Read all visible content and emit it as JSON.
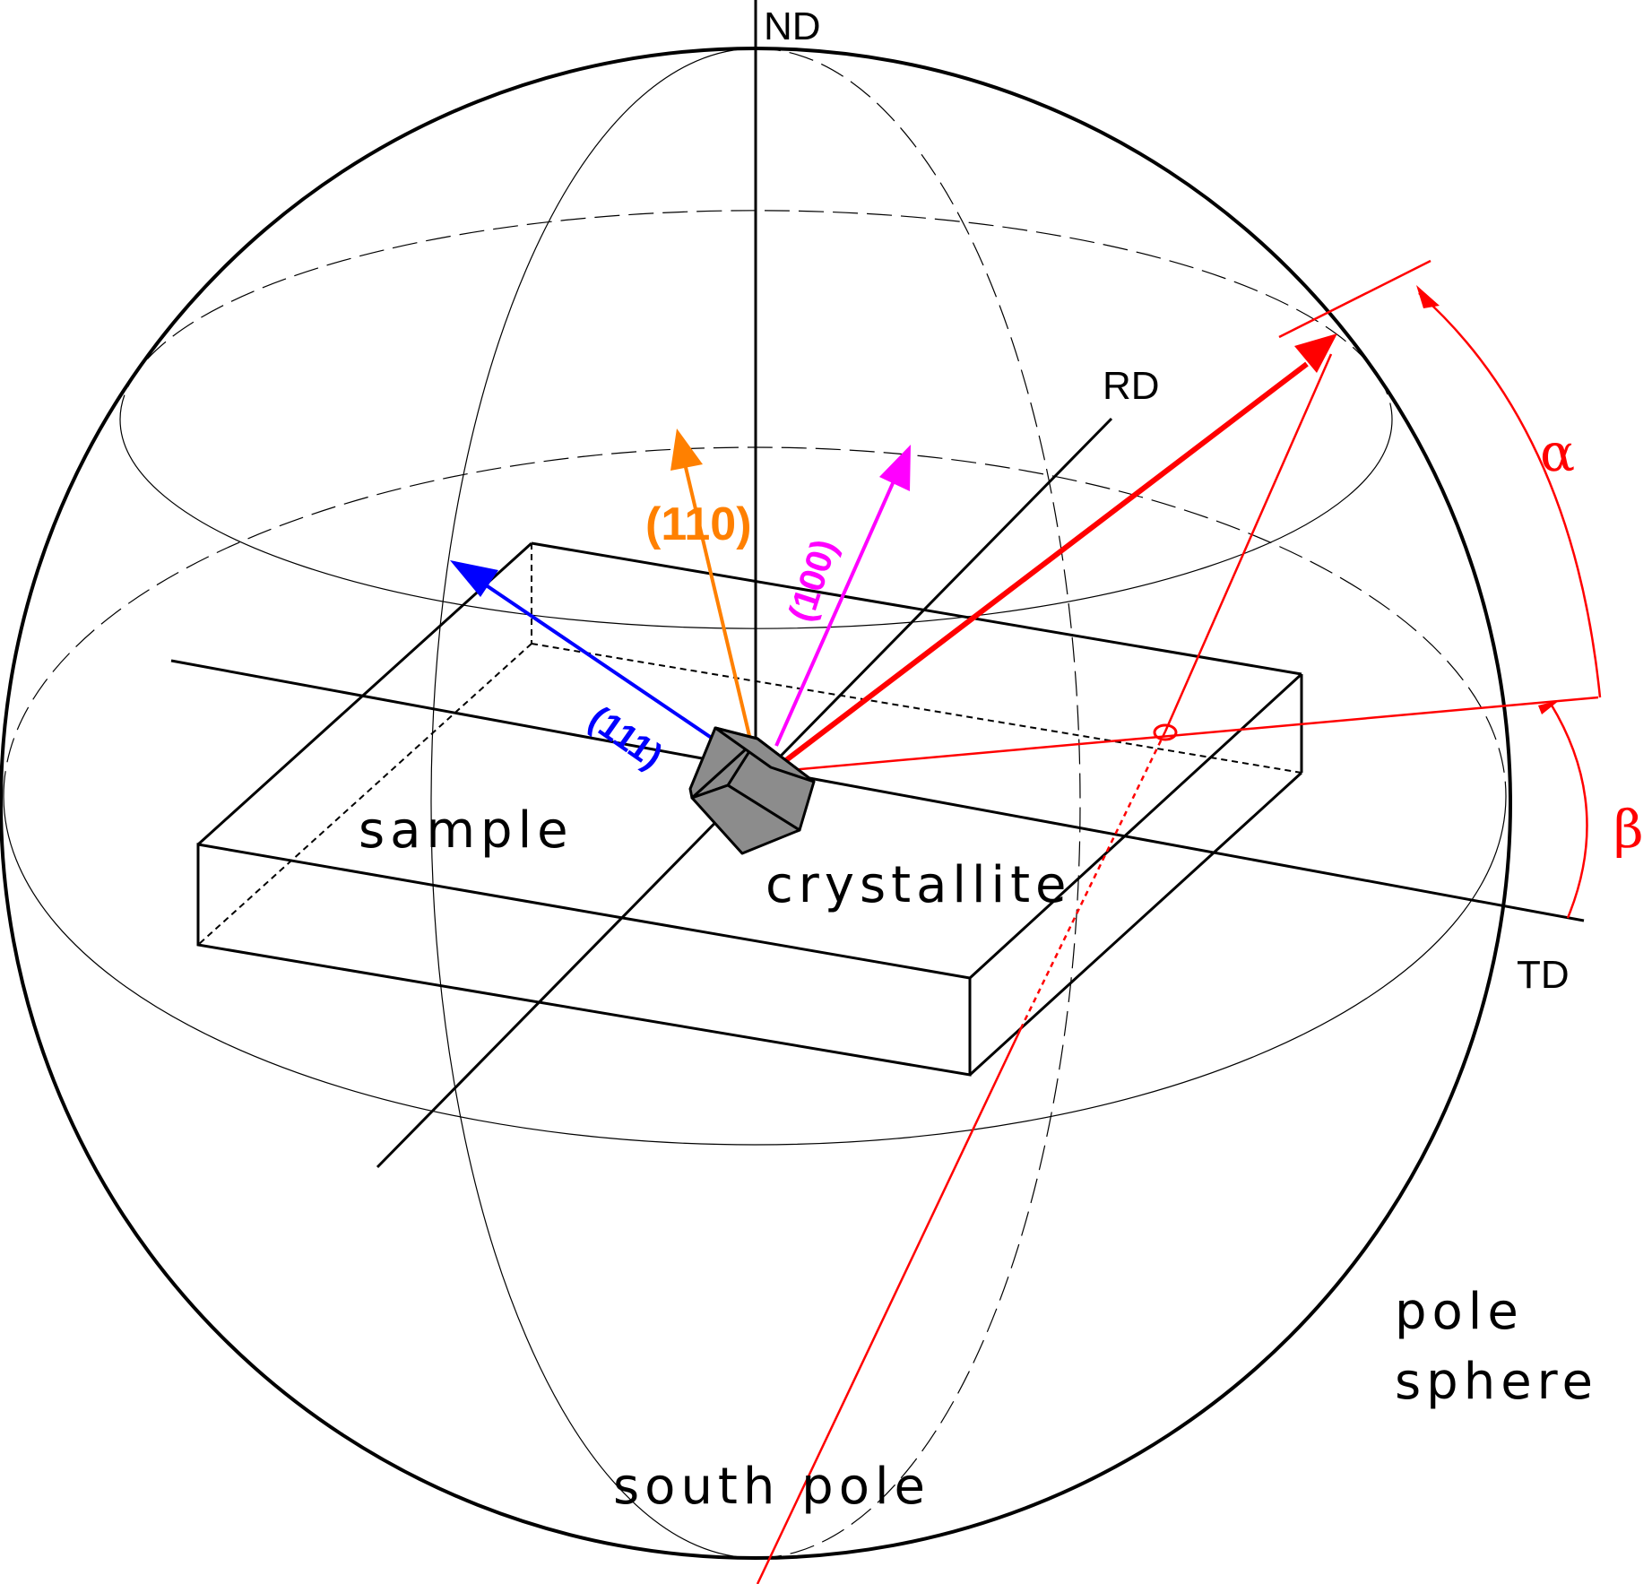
{
  "colors": {
    "line": "#000000",
    "grid": "#000000",
    "pole": "#ff0000",
    "plane_111": "#0000ff",
    "plane_110": "#ff8000",
    "plane_100": "#ff00ff",
    "crystal_fill": "#8c8c8c"
  },
  "labels": {
    "nd": "ND",
    "rd": "RD",
    "td": "TD",
    "alpha": "α",
    "beta": "β",
    "plane_111": "(111)",
    "plane_110": "(110)",
    "plane_100": "(100)",
    "sample": "sample",
    "crystallite": "crystallite",
    "pole_sphere_line1": "pole",
    "pole_sphere_line2": "sphere",
    "south_pole": "south pole"
  }
}
